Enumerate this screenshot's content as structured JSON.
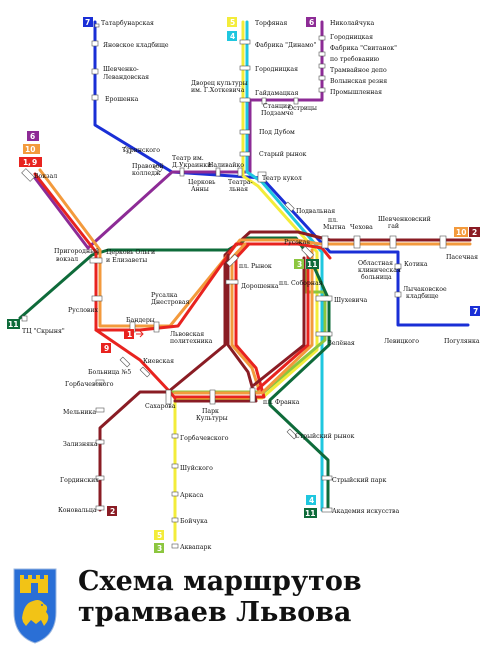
{
  "title": {
    "line1": "Схема маршрутов",
    "line2": "трамваев Львова"
  },
  "colors": {
    "r1": "#e8231f",
    "r2": "#8a1c24",
    "r3": "#8cc63f",
    "r4": "#1fc7df",
    "r5": "#f3ec3a",
    "r6": "#8d2b96",
    "r7": "#1a2fd6",
    "r9": "#e8231f",
    "r10": "#f39a3c",
    "r11": "#0e6b3a"
  },
  "route_badges": {
    "b7": "7",
    "b5a": "5",
    "b4a": "4",
    "b6a": "6",
    "b6b": "6",
    "b10a": "10",
    "b1": "1",
    "b9": "9",
    "b10b": "10",
    "b2a": "2",
    "b3": "3",
    "b11a": "11",
    "b11b": "11",
    "b9b": "9",
    "b1b": "1",
    "b4b": "4",
    "b11c": "11",
    "b2b": "2",
    "b5b": "5",
    "b3b": "3",
    "b7b": "7"
  },
  "stations": {
    "tatarbunarskaya": "Татарбунарская",
    "yanovskoe": "Яновское кладбище",
    "shevchenko_1": "Шевченко-",
    "shevchenko_2": "Левандовская",
    "erosh": "Ерошенка",
    "turinskogo": "Туринского",
    "pravovoy_1": "Правовой",
    "pravovoy_2": "колледж",
    "teatr_ukr_1": "Театр им.",
    "teatr_ukr_2": "Д.Украинки",
    "nalivayko": "Наливайко",
    "tserkov_anny_1": "Церковь",
    "tserkov_anny_2": "Анны",
    "teatralnaya_1": "Театра-",
    "teatralnaya_2": "льная",
    "teatr_kukol": "Театр кукол",
    "torfyanaya": "Торфяная",
    "dinamo": "Фабрика \"Динамо\"",
    "gorodnitskaya": "Городницкая",
    "dvorets_1": "Дворец культуры",
    "dvorets_2": "им. Г.Хоткевича",
    "gaydamatskaya": "Гайдамацкая",
    "station_1": "Станция",
    "station_2": "Подзамче",
    "ostrovnitsy": "Острицы",
    "pod_dubom": "Под Дубом",
    "stary_rynok": "Старый рынок",
    "nikolaychuka": "Николайчука",
    "gorodnitskaya2": "Городницкая",
    "svitanok": "Фабрика \"Свитанок\"",
    "po_treb": "по требованию",
    "tram_depot": "Трамвайное депо",
    "vol_rezn": "Волынская резня",
    "promyshlennaya": "Промышленная",
    "podvalnaya": "Подвальная",
    "vokzal": "Вокзал",
    "prigorodny_1": "Пригородный",
    "prigorodny_2": "вокзал",
    "tserkov_olgi_1": "Церковь Ольги",
    "tserkov_olgi_2": "и Елизаветы",
    "russkaya": "Русская",
    "mytna_1": "пл.",
    "mytna_2": "Мытна",
    "chekhova": "Чехова",
    "shevch_gay_1": "Шевченковский",
    "shevch_gay_2": "гай",
    "pasechnaya": "Пасечная",
    "pl_rynok": "пл. Рынок",
    "doroshenka": "Дорошенка",
    "pl_sobornaya": "пл. Соборная",
    "shukhevicha": "Шухевича",
    "obl_bolnitsa_1": "Областная",
    "obl_bolnitsa_2": "клиническая",
    "obl_bolnitsa_3": "больница",
    "kotika": "Котика",
    "lychakovskoe_1": "Лычаковское",
    "lychakovskoe_2": "кладбище",
    "levitskogo": "Левицкого",
    "pogulyanka": "Погулянка",
    "tts_skrynya": "ТЦ \"Скрыня\"",
    "ruslovykh": "Руслових",
    "rusalka_1": "Русалка",
    "rusalka_2": "Днестровая",
    "bandery": "Бандеры",
    "lviv_poly_1": "Львовская",
    "lviv_poly_2": "политехника",
    "kievskaya": "Киевская",
    "bolnitsa5": "Больница №5",
    "gorbachevskogo_l": "Горбачевского",
    "zelenaya": "Зелёная",
    "sakharova": "Сахарова",
    "park_kult_1": "Парк",
    "park_kult_2": "Культуры",
    "pl_franka": "пл. Франка",
    "melnika": "Мельника",
    "zaliznyaka": "Зализняка",
    "gordinskikh": "Гординских",
    "konovaltsa": "Коновальца",
    "gorbachevskogo_s": "Горбачевского",
    "shuyskogo": "Шуйского",
    "arkasa": "Аркаса",
    "boychuka": "Бойчука",
    "akvapark": "Аквапарк",
    "stryisky_rynok": "Стрыйский рынок",
    "stryisky_park": "Стрыйский парк",
    "akademiya": "Академия искусства"
  }
}
